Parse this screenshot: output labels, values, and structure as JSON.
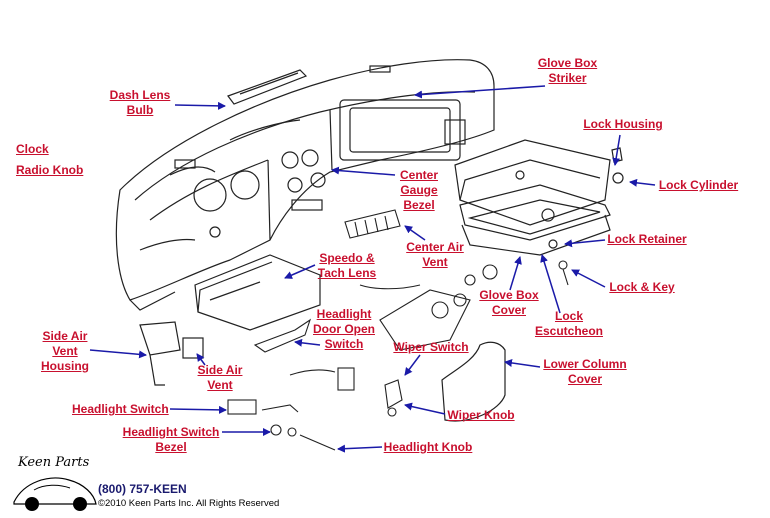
{
  "colors": {
    "label": "#c8102e",
    "arrow": "#1a1aa8",
    "line": "#222222"
  },
  "labels": {
    "glove_box_striker": [
      "Glove Box",
      "Striker"
    ],
    "dash_lens_bulb": [
      "Dash Lens",
      "Bulb"
    ],
    "lock_housing": [
      "Lock Housing"
    ],
    "clock": [
      "Clock"
    ],
    "radio_knob": [
      "Radio Knob"
    ],
    "center_gauge_bezel": [
      "Center",
      "Gauge",
      "Bezel"
    ],
    "lock_cylinder": [
      "Lock Cylinder"
    ],
    "center_air_vent": [
      "Center Air",
      "Vent"
    ],
    "lock_retainer": [
      "Lock Retainer"
    ],
    "speedo_tach_lens": [
      "Speedo &",
      "Tach Lens"
    ],
    "lock_key": [
      "Lock & Key"
    ],
    "glove_box_cover": [
      "Glove Box",
      "Cover"
    ],
    "lock_escutcheon": [
      "Lock",
      "Escutcheon"
    ],
    "headlight_door_open_switch": [
      "Headlight",
      "Door Open",
      "Switch"
    ],
    "side_air_vent_housing": [
      "Side Air",
      "Vent",
      "Housing"
    ],
    "wiper_switch": [
      "Wiper Switch"
    ],
    "lower_column_cover": [
      "Lower Column",
      "Cover"
    ],
    "side_air_vent": [
      "Side Air",
      "Vent"
    ],
    "headlight_switch": [
      "Headlight Switch"
    ],
    "wiper_knob": [
      "Wiper Knob"
    ],
    "headlight_switch_bezel": [
      "Headlight Switch",
      "Bezel"
    ],
    "headlight_knob": [
      "Headlight Knob"
    ]
  },
  "footer": {
    "logo_text": "Keen Parts",
    "phone": "(800) 757-KEEN",
    "copyright": "©2010 Keen Parts Inc. All Rights Reserved"
  }
}
